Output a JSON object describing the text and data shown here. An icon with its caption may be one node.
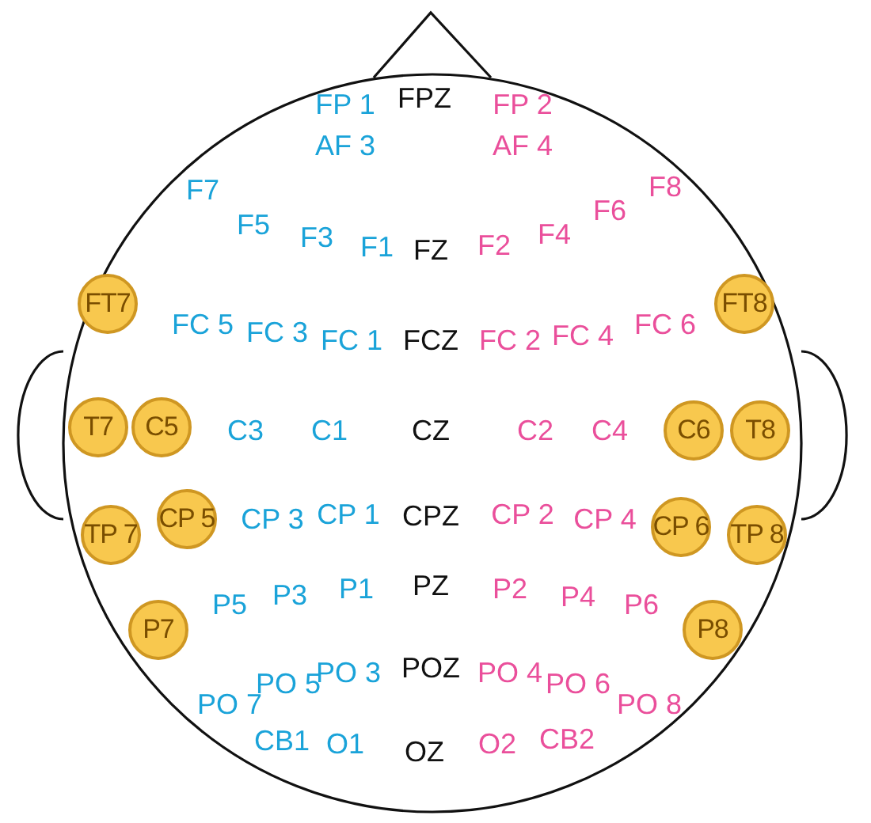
{
  "diagram": {
    "nodes": [
      {
        "text": [
          "FT7"
        ]
      },
      {
        "text": [
          "FT8"
        ]
      },
      {
        "text": [
          "T7"
        ]
      },
      {
        "text": [
          "C5"
        ]
      },
      {
        "text": [
          "C6"
        ]
      },
      {
        "text": [
          "T8"
        ]
      },
      {
        "text": [
          "TP 7"
        ]
      },
      {
        "text": [
          "CP 5"
        ]
      },
      {
        "text": [
          "CP 6"
        ]
      },
      {
        "text": [
          "TP 8"
        ]
      },
      {
        "text": [
          "P7"
        ]
      },
      {
        "text": [
          "P8"
        ]
      }
    ],
    "labels": [
      "FP 1",
      "FPZ",
      "FP 2",
      "AF 3",
      "AF 4",
      "F7",
      "F5",
      "F3",
      "F1",
      "FZ",
      "F2",
      "F4",
      "F6",
      "F8",
      "FC 5",
      "FC 3",
      "FC 1",
      "FCZ",
      "FC 2",
      "FC 4",
      "FC 6",
      "C3",
      "C1",
      "CZ",
      "C2",
      "C4",
      "CP 3",
      "CP 1",
      "CPZ",
      "CP 2",
      "CP 4",
      "P5",
      "P3",
      "P1",
      "PZ",
      "P2",
      "P4",
      "P6",
      "PO 7",
      "PO 5",
      "PO 3",
      "POZ",
      "PO 4",
      "PO 6",
      "PO 8",
      "CB1",
      "O1",
      "OZ",
      "O2",
      "CB2"
    ]
  }
}
